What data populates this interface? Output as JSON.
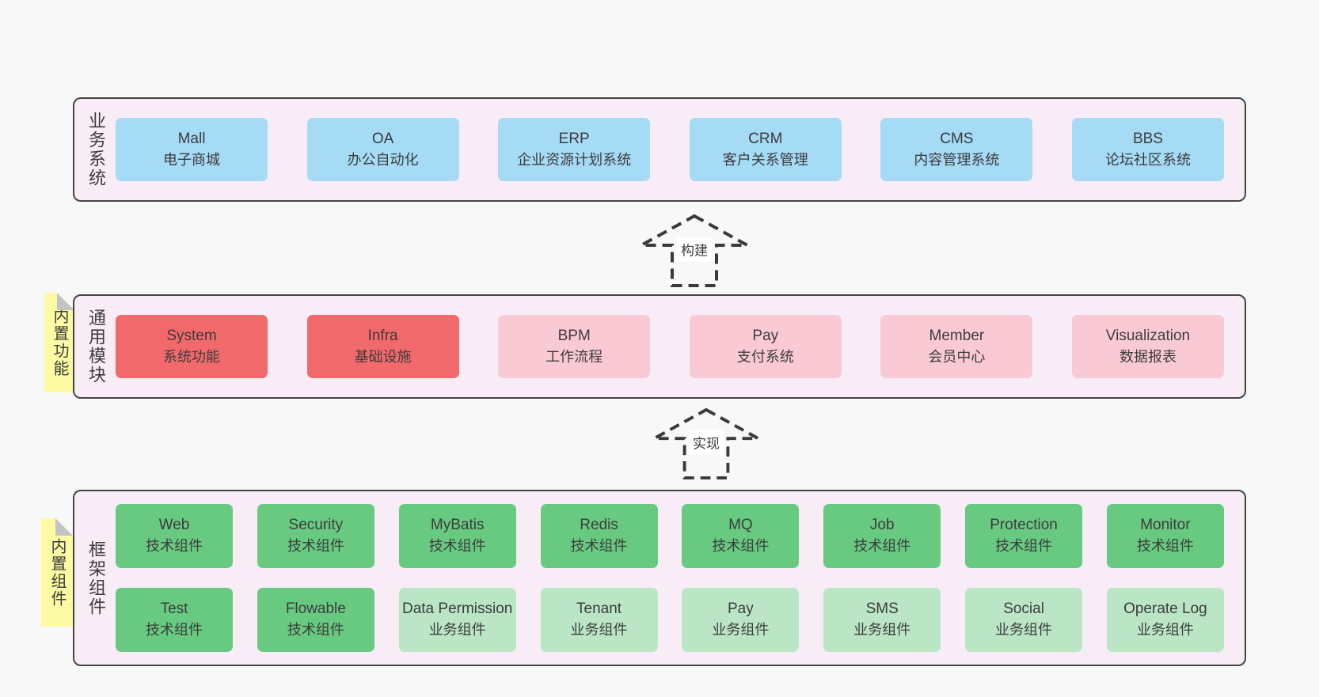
{
  "colors": {
    "page-bg": "#f8f8f8",
    "panel-bg": "#f8edf6",
    "border": "#454545",
    "text": "#3c3c3c",
    "blue": "#a5dbf5",
    "red": "#f2696c",
    "pink": "#facad4",
    "green": "#68ca80",
    "light-green": "#bae6c5",
    "yellow": "#fcfaa3",
    "fold": "#c4c4c4",
    "arrow": "#3a3a3a",
    "arrow-label-bg": "#ffffff"
  },
  "business": {
    "label": "业务系统",
    "items": [
      {
        "en": "Mall",
        "zh": "电子商城"
      },
      {
        "en": "OA",
        "zh": "办公自动化"
      },
      {
        "en": "ERP",
        "zh": "企业资源计划系统"
      },
      {
        "en": "CRM",
        "zh": "客户关系管理"
      },
      {
        "en": "CMS",
        "zh": "内容管理系统"
      },
      {
        "en": "BBS",
        "zh": "论坛社区系统"
      }
    ]
  },
  "build_arrow": {
    "label": "构建"
  },
  "modules": {
    "label": "通用模块",
    "tag": "内置功能",
    "items": [
      {
        "en": "System",
        "zh": "系统功能"
      },
      {
        "en": "Infra",
        "zh": "基础设施"
      },
      {
        "en": "BPM",
        "zh": "工作流程"
      },
      {
        "en": "Pay",
        "zh": "支付系统"
      },
      {
        "en": "Member",
        "zh": "会员中心"
      },
      {
        "en": "Visualization",
        "zh": "数据报表"
      }
    ]
  },
  "implement_arrow": {
    "label": "实现"
  },
  "framework": {
    "label": "框架组件",
    "tag": "内置组件",
    "row1": [
      {
        "en": "Web",
        "zh": "技术组件"
      },
      {
        "en": "Security",
        "zh": "技术组件"
      },
      {
        "en": "MyBatis",
        "zh": "技术组件"
      },
      {
        "en": "Redis",
        "zh": "技术组件"
      },
      {
        "en": "MQ",
        "zh": "技术组件"
      },
      {
        "en": "Job",
        "zh": "技术组件"
      },
      {
        "en": "Protection",
        "zh": "技术组件"
      },
      {
        "en": "Monitor",
        "zh": "技术组件"
      }
    ],
    "row2": [
      {
        "en": "Test",
        "zh": "技术组件"
      },
      {
        "en": "Flowable",
        "zh": "技术组件"
      },
      {
        "en": "Data Permission",
        "zh": "业务组件"
      },
      {
        "en": "Tenant",
        "zh": "业务组件"
      },
      {
        "en": "Pay",
        "zh": "业务组件"
      },
      {
        "en": "SMS",
        "zh": "业务组件"
      },
      {
        "en": "Social",
        "zh": "业务组件"
      },
      {
        "en": "Operate Log",
        "zh": "业务组件"
      }
    ]
  }
}
